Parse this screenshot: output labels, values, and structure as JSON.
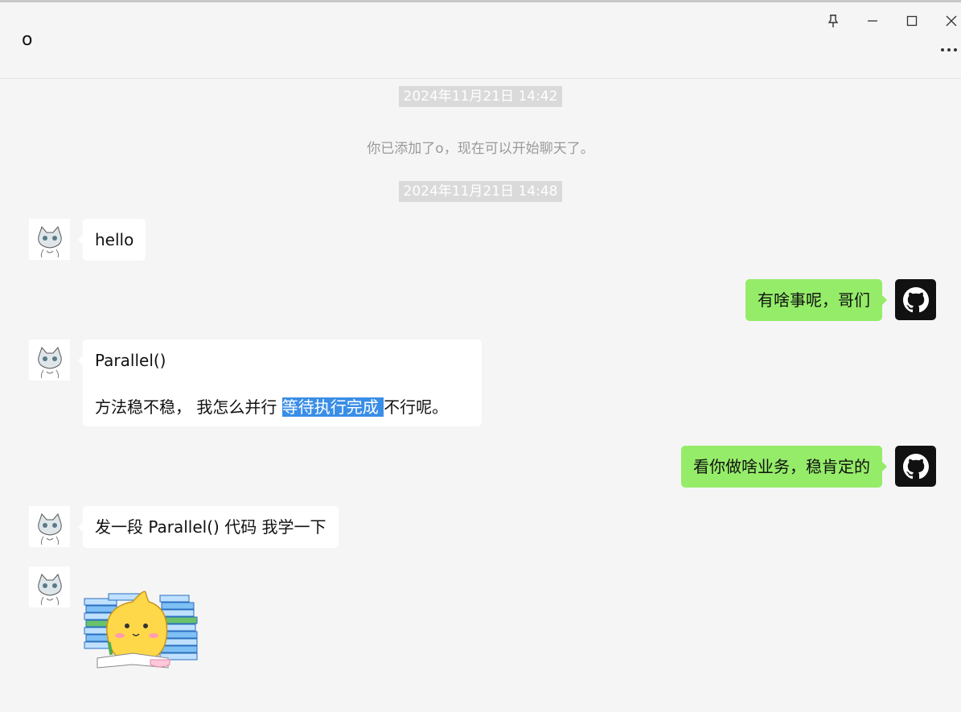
{
  "window": {
    "title": "o",
    "icons": {
      "pin": "pin-icon",
      "minimize": "minimize-icon",
      "maximize": "maximize-icon",
      "close": "close-icon",
      "more": "more-icon"
    }
  },
  "messages": {
    "timestamp_1": "2024年11月21日 14:42",
    "system_notice": "你已添加了o，现在可以开始聊天了。",
    "timestamp_2": "2024年11月21日 14:48",
    "msg_1": "hello",
    "msg_2": "有啥事呢，哥们",
    "msg_3_line1": "Parallel()",
    "msg_3_line2_before": "方法稳不稳， 我怎么并行 ",
    "msg_3_line2_highlight": "等待执行完成 ",
    "msg_3_line2_after": "不行呢。",
    "msg_4": "看你做啥业务，稳肯定的",
    "msg_5": "发一段  Parallel() 代码 我学一下",
    "msg_6_sticker": "reading-cat-sticker"
  },
  "colors": {
    "background": "#f5f5f5",
    "bubble_self": "#95ec69",
    "bubble_other": "#ffffff",
    "highlight": "#3a8ee6"
  }
}
